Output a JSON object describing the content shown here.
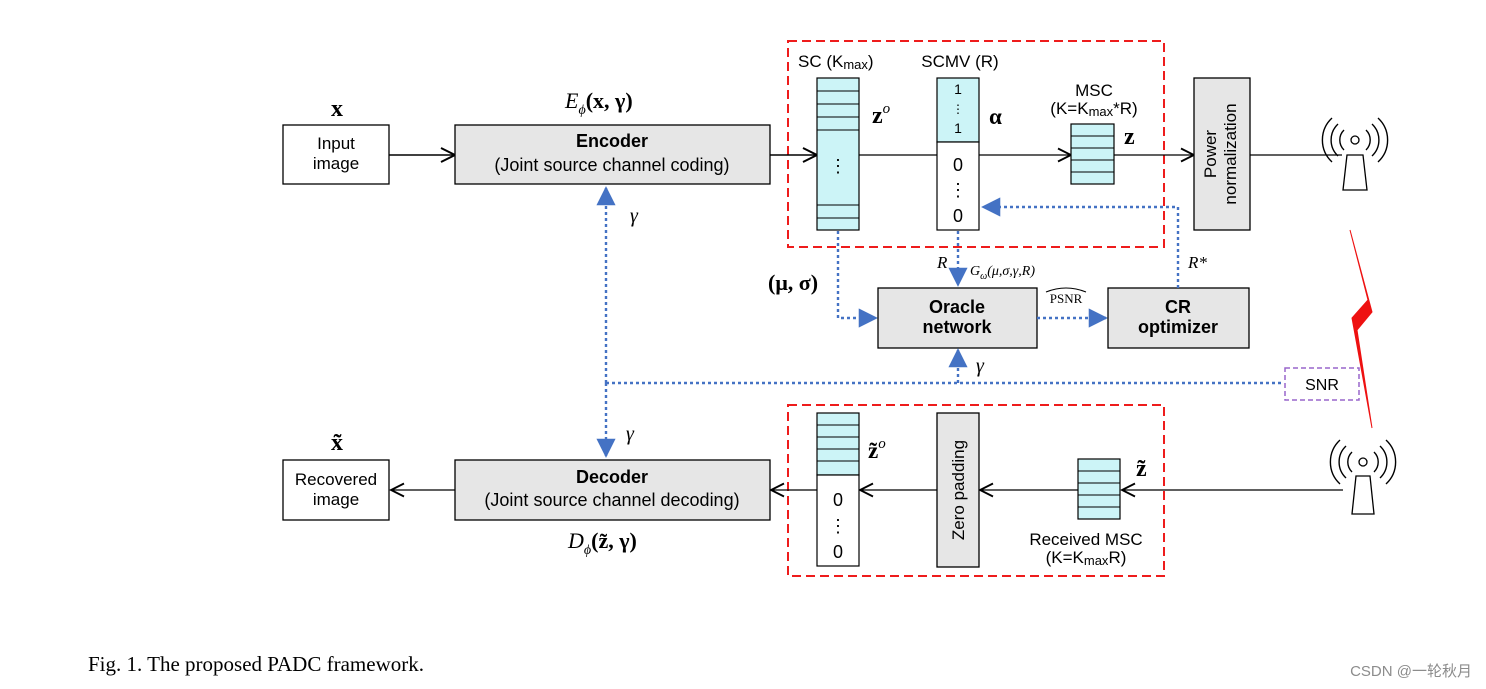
{
  "blocks": {
    "input_image": [
      "Input",
      "image"
    ],
    "recovered_image": [
      "Recovered",
      "image"
    ],
    "encoder": {
      "title": "Encoder",
      "subtitle": "(Joint source channel coding)"
    },
    "decoder": {
      "title": "Decoder",
      "subtitle": "(Joint source channel decoding)"
    },
    "oracle": [
      "Oracle",
      "network"
    ],
    "cr_optimizer": [
      "CR",
      "optimizer"
    ],
    "power_norm": [
      "Power",
      "normalization"
    ],
    "zero_padding": "Zero padding",
    "snr": "SNR"
  },
  "labels": {
    "x": "x",
    "x_tilde": "x̃",
    "encoder_fn": "E",
    "encoder_sub": "ϕ",
    "encoder_args": "(x, γ)",
    "decoder_fn": "D",
    "decoder_sub": "ϕ",
    "decoder_args": "(z̃, γ)",
    "sc": "SC (K",
    "sc_sub": "max",
    "sc_close": ")",
    "scmv": "SCMV (R)",
    "msc_line1": "MSC",
    "msc_line2_a": "(K=K",
    "msc_line2_sub": "max",
    "msc_line2_b": "*R)",
    "z_o": "z",
    "z_o_sup": "o",
    "alpha": "α",
    "z": "z",
    "z_tilde_o": "z̃",
    "z_tilde_o_sup": "o",
    "z_tilde": "z̃",
    "mu_sigma": "(μ, σ)",
    "gamma": "γ",
    "R": "R",
    "R_star": "R*",
    "G_fn": "G",
    "G_sub": "ω",
    "G_args": "(μ,σ,γ,R)",
    "psnr": "PSNR",
    "received_line1": "Received MSC",
    "received_line2_a": "(K=K",
    "received_line2_sub": "max",
    "received_line2_b": "R)",
    "scmv_one_top": "1",
    "scmv_one_bottom": "1",
    "zero": "0",
    "dots": "⋮"
  },
  "caption": "Fig. 1.  The proposed PADC framework.",
  "watermark": "CSDN @一轮秋月",
  "colors": {
    "block_fill": "#e6e6e6",
    "cyan_fill": "#ccf4f7",
    "red_dash": "#ee1c1c",
    "blue_dash": "#4472c4",
    "purple_dash": "#9966cc",
    "lightning": "#ee1111"
  }
}
